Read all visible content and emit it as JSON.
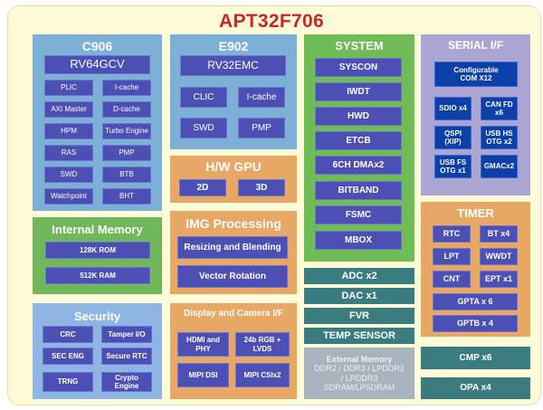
{
  "title": "APT32F706",
  "c906": {
    "title": "C906",
    "core": "RV64GCV",
    "items": [
      "PLIC",
      "I-cache",
      "AXI Master",
      "D-cache",
      "HPM",
      "Turbo Engine",
      "RAS",
      "PMP",
      "SWD",
      "BTB",
      "Watchpoint",
      "BHT"
    ]
  },
  "e902": {
    "title": "E902",
    "core": "RV32EMC",
    "items": [
      "CLIC",
      "I-cache",
      "SWD",
      "PMP"
    ]
  },
  "gpu": {
    "title": "H/W GPU",
    "items": [
      "2D",
      "3D"
    ]
  },
  "img": {
    "title": "IMG Processing",
    "items": [
      "Resizing and Blending",
      "Vector Rotation"
    ]
  },
  "internal_memory": {
    "title": "Internal Memory",
    "items": [
      "128K ROM",
      "512K RAM"
    ]
  },
  "security": {
    "title": "Security",
    "items": [
      "CRC",
      "Tamper I/O",
      "SEC ENG",
      "Secure RTC",
      "TRNG",
      "Crypto Engine"
    ]
  },
  "display": {
    "title": "Display and Camera I/F",
    "items": [
      "HDMI and PHY",
      "24b RGB + LVDS",
      "MIPI DSI",
      "MIPI CSIx2"
    ]
  },
  "system": {
    "title": "SYSTEM",
    "items": [
      "SYSCON",
      "IWDT",
      "HWD",
      "ETCB",
      "6CH DMAx2",
      "BITBAND",
      "FSMC",
      "MBOX"
    ]
  },
  "analog": [
    "ADC x2",
    "DAC x1",
    "FVR",
    "TEMP SENSOR"
  ],
  "external_memory": {
    "title": "External Memory",
    "lines": [
      "DDR2 / DDR3 / LPDDR2",
      "/ LPDDR3",
      "SDRAM/LPSDRAM"
    ]
  },
  "serial": {
    "title": "SERIAL I/F",
    "com": "Configurable COM X12",
    "items": [
      "SDIO x4",
      "CAN FD x6",
      "QSPI (XIP)",
      "USB HS OTG x2",
      "USB FS OTG x1",
      "GMACx2"
    ]
  },
  "timer": {
    "title": "TIMER",
    "items": [
      "RTC",
      "BT x4",
      "LPT",
      "WWDT",
      "CNT",
      "EPT x1",
      "GPTA x 6",
      "GPTB x 4"
    ]
  },
  "right_bottom": [
    "CMP x6",
    "OPA x4"
  ],
  "colors": {
    "title": "#c62828",
    "cpu_group": "#7cb0d6",
    "memory_group": "#71b85a",
    "system_group": "#6fbc56",
    "orange_group": "#e7a765",
    "serial_group": "#aaa5d2",
    "block": "#4c4fb3",
    "serial_block": "#0d3fa8",
    "teal": "#3a7c80",
    "ext_mem": "#a9b3bd",
    "background": "#fefbd9"
  }
}
